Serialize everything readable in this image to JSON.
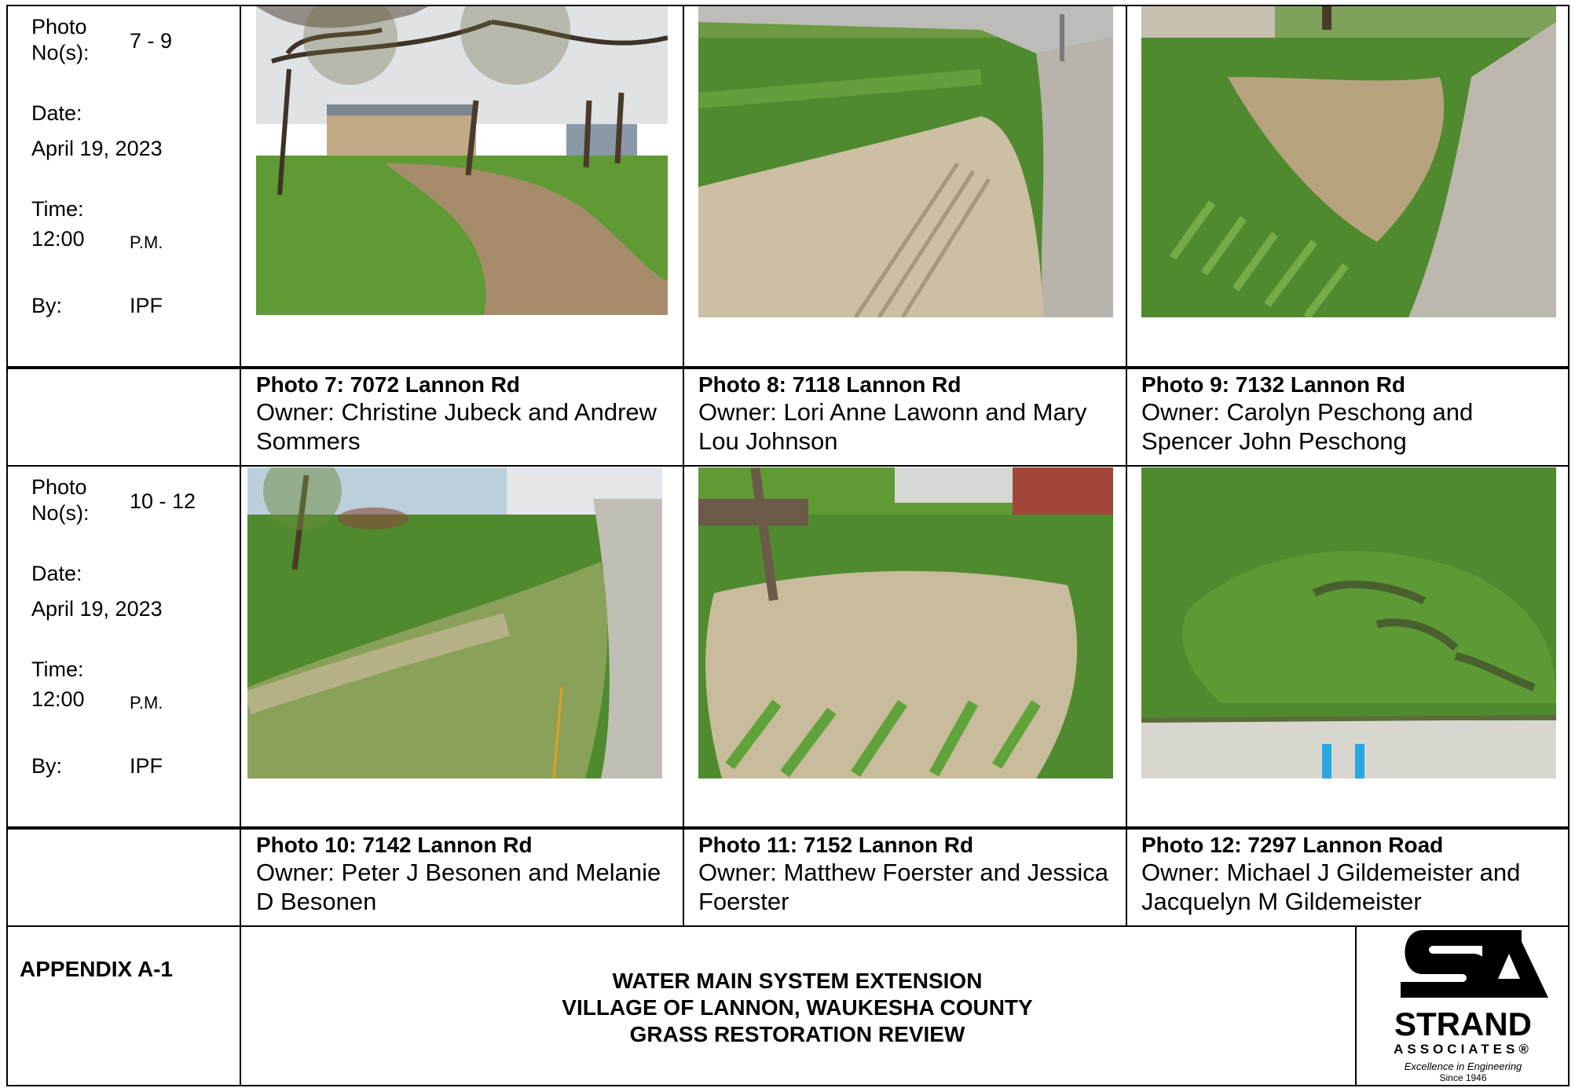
{
  "sections": [
    {
      "photo_no_label": "Photo\nNo(s):",
      "photo_no_value": "7 - 9",
      "date_label": "Date:",
      "date_value": "April 19, 2023",
      "time_label": "Time:",
      "time_value": "12:00",
      "time_period": "P.M.",
      "by_label": "By:",
      "by_value": "IPF",
      "photos": [
        {
          "title": "Photo 7: 7072 Lannon Rd",
          "owner": "Owner: Christine Jubeck and Andrew Sommers"
        },
        {
          "title": "Photo 8: 7118 Lannon Rd",
          "owner": "Owner: Lori Anne Lawonn and Mary Lou Johnson"
        },
        {
          "title": "Photo 9: 7132 Lannon Rd",
          "owner": "Owner: Carolyn Peschong and Spencer John Peschong"
        }
      ]
    },
    {
      "photo_no_label": "Photo\nNo(s):",
      "photo_no_value": "10 - 12",
      "date_label": "Date:",
      "date_value": "April 19, 2023",
      "time_label": "Time:",
      "time_value": "12:00",
      "time_period": "P.M.",
      "by_label": "By:",
      "by_value": "IPF",
      "photos": [
        {
          "title": "Photo 10: 7142 Lannon Rd",
          "owner": "Owner: Peter J Besonen and Melanie D Besonen"
        },
        {
          "title": "Photo 11: 7152 Lannon Rd",
          "owner": "Owner: Matthew Foerster and Jessica Foerster"
        },
        {
          "title": "Photo 12: 7297 Lannon Road",
          "owner": "Owner: Michael J Gildemeister and Jacquelyn M Gildemeister"
        }
      ]
    }
  ],
  "footer": {
    "appendix": "APPENDIX A-1",
    "project_lines": [
      "WATER MAIN SYSTEM EXTENSION",
      "VILLAGE OF LANNON, WAUKESHA COUNTY",
      "GRASS RESTORATION REVIEW"
    ],
    "logo": {
      "mark": "SA",
      "name": "STRAND",
      "sub": "ASSOCIATES®",
      "tagline": "Excellence in Engineering",
      "since": "Since 1946"
    }
  },
  "colors": {
    "grass": "#4f8a2e",
    "grass_light": "#6ea23d",
    "dirt": "#c9b89a",
    "road": "#b9b6ae",
    "sky": "#e6e8ea"
  }
}
